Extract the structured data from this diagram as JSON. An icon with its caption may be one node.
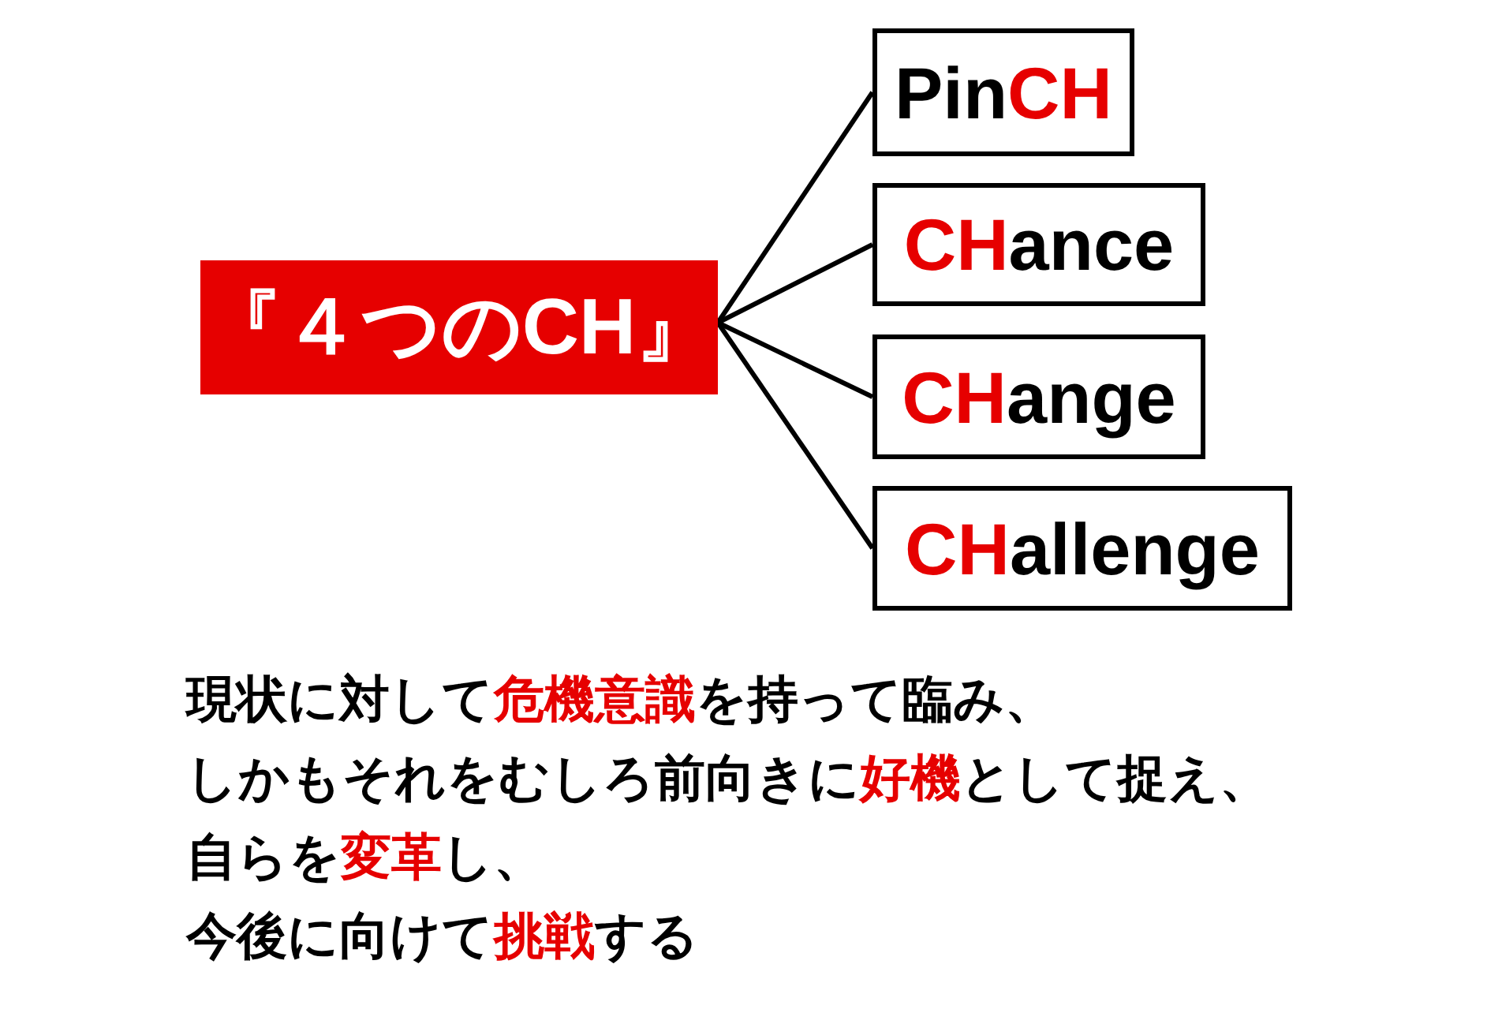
{
  "diagram": {
    "nodes": [
      {
        "text": [
          "『４つのCH』"
        ]
      },
      {
        "text": [
          "Pin**CH**"
        ]
      },
      {
        "text": [
          "**CH**ance"
        ]
      },
      {
        "text": [
          "**CH**ange"
        ]
      },
      {
        "text": [
          "**CH**allenge"
        ]
      }
    ],
    "edges": [
      {
        "from": 0,
        "to": 1,
        "arrow": "none"
      },
      {
        "from": 0,
        "to": 2,
        "arrow": "none"
      },
      {
        "from": 0,
        "to": 3,
        "arrow": "none"
      },
      {
        "from": 0,
        "to": 4,
        "arrow": "none"
      }
    ],
    "labels": [
      "現状に対して**危機意識**を持って臨み、",
      "しかもそれをむしろ前向きに**好機**として捉え、",
      "自らを**変革**し、",
      "今後に向けて**挑戦**する"
    ]
  }
}
